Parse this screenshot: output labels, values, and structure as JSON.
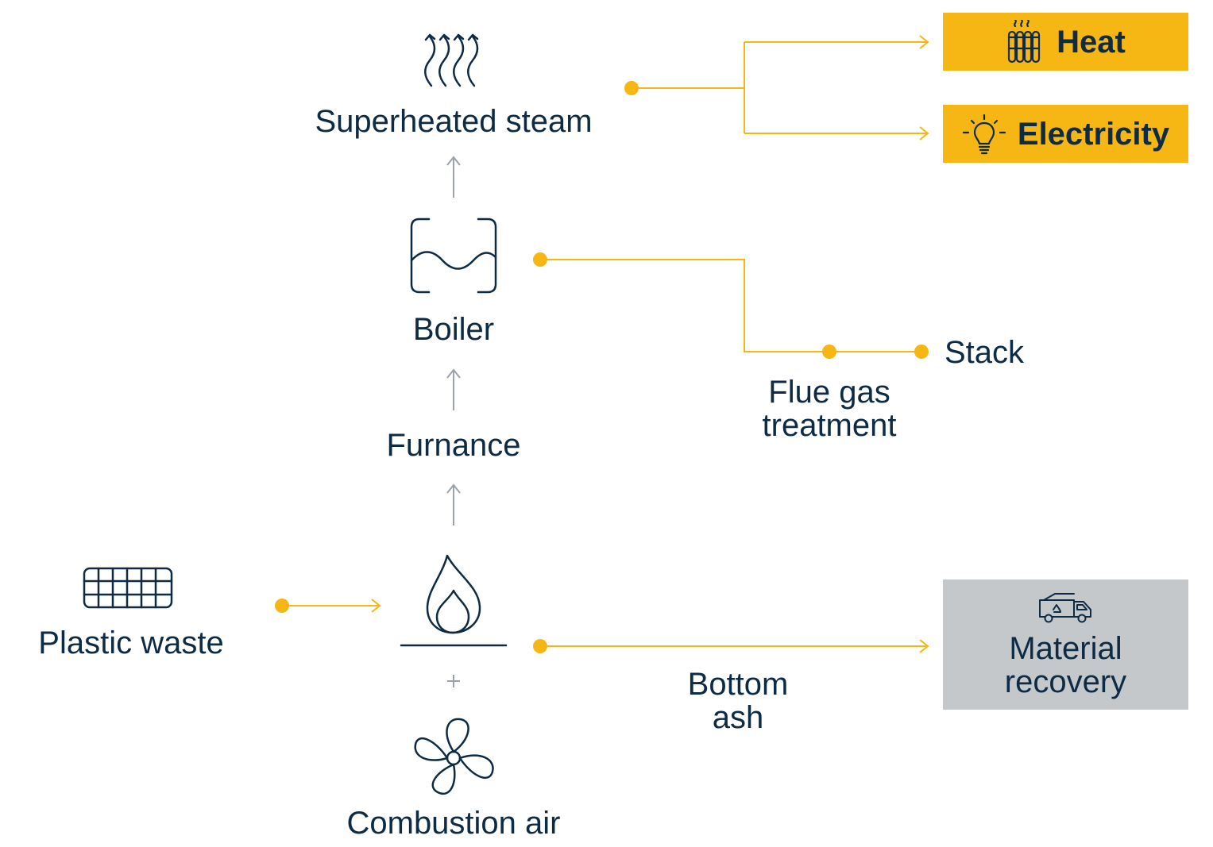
{
  "colors": {
    "navy": "#0d2b45",
    "accent": "#f6b614",
    "grey_arrow": "#9aa3ab",
    "grey_box": "#c4c8cb"
  },
  "nodes": {
    "superheated_steam": {
      "label": "Superheated steam",
      "icon": "steam-icon"
    },
    "boiler": {
      "label": "Boiler",
      "icon": "boiler-icon"
    },
    "furnance": {
      "label": "Furnance"
    },
    "combustion": {
      "icon": "flame-icon"
    },
    "plastic_waste": {
      "label": "Plastic waste",
      "icon": "plastic-waste-icon"
    },
    "combustion_air": {
      "label": "Combustion air",
      "icon": "fan-icon"
    },
    "plus": "+",
    "flue_gas": {
      "line1": "Flue gas",
      "line2": "treatment"
    },
    "stack": {
      "label": "Stack"
    },
    "bottom_ash": {
      "line1": "Bottom",
      "line2": "ash"
    }
  },
  "outputs": {
    "heat": {
      "label": "Heat",
      "icon": "radiator-icon"
    },
    "electricity": {
      "label": "Electricity",
      "icon": "lightbulb-icon"
    },
    "material_recovery": {
      "line1": "Material",
      "line2": "recovery",
      "icon": "recycling-truck-icon"
    }
  }
}
